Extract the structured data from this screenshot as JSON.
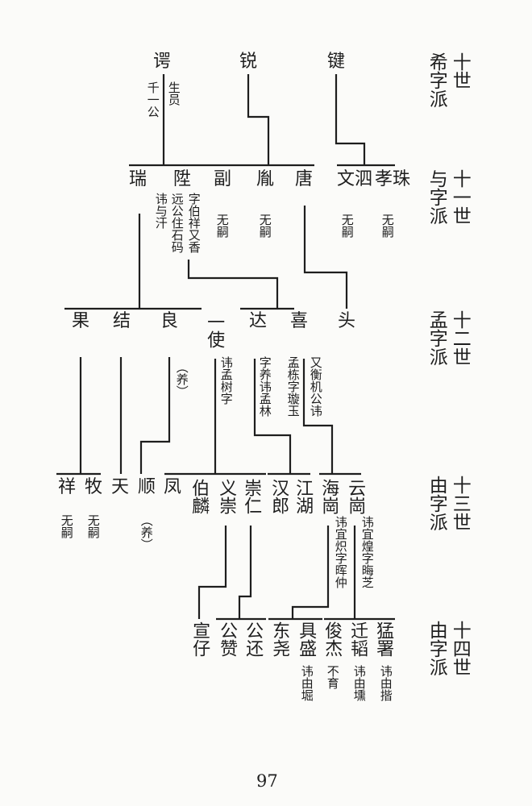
{
  "generations": [
    {
      "label": "十世",
      "branch": "希字派"
    },
    {
      "label": "十一世",
      "branch": "与字派"
    },
    {
      "label": "十二世",
      "branch": "孟字派"
    },
    {
      "label": "十三世",
      "branch": "由字派"
    },
    {
      "label": "十四世",
      "branch": "由字派"
    }
  ],
  "people": {
    "yu": {
      "name": "谔",
      "note": "千一公",
      "title": "生员"
    },
    "rui": {
      "name": "锐"
    },
    "jian": {
      "name": "键"
    },
    "rui2": {
      "name": "瑞",
      "note": "讳与汗"
    },
    "zhi": {
      "name": "陞",
      "note": "远公住石码",
      "note2": "字伯祥又香"
    },
    "fu": {
      "name": "副",
      "note": "无嗣"
    },
    "yin": {
      "name": "胤",
      "note": "无嗣"
    },
    "tang": {
      "name": "唐"
    },
    "wensi": {
      "name": "文泗",
      "note": "无嗣"
    },
    "xiaozhu": {
      "name": "孝珠",
      "note": "无嗣"
    },
    "guo": {
      "name": "果"
    },
    "jie": {
      "name": "结"
    },
    "liang": {
      "name": "良"
    },
    "yishi": {
      "name": "一使",
      "note": "讳孟树字"
    },
    "da": {
      "name": "达",
      "note": "字养讳孟林"
    },
    "xi": {
      "name": "喜",
      "note": "孟栋字璇玉"
    },
    "tou": {
      "name": "头",
      "note": "又衡机公讳"
    },
    "xiang": {
      "name": "祥",
      "note": "无嗣"
    },
    "mu": {
      "name": "牧",
      "note": "无嗣"
    },
    "tian": {
      "name": "天"
    },
    "shun": {
      "name": "顺",
      "note": "（养）"
    },
    "feng": {
      "name": "凤"
    },
    "bolin": {
      "name": "伯麟"
    },
    "yichong": {
      "name": "义崇"
    },
    "chongren": {
      "name": "崇仁"
    },
    "hanlang": {
      "name": "汉郎"
    },
    "jianghu": {
      "name": "江湖"
    },
    "haigang": {
      "name": "海崗",
      "note": "讳宜炽字晖仲"
    },
    "yungang": {
      "name": "云崗",
      "note": "讳宜煌字晦芝"
    },
    "xuanzai": {
      "name": "宣仔"
    },
    "gongzan": {
      "name": "公赞"
    },
    "gonghuan": {
      "name": "公还"
    },
    "dongyao": {
      "name": "东尧"
    },
    "jusheng": {
      "name": "具盛",
      "note": "讳由堀"
    },
    "junjie": {
      "name": "俊杰",
      "note": "不育"
    },
    "qiantao": {
      "name": "迁韬",
      "note": "讳由壎"
    },
    "mengshu": {
      "name": "猛署",
      "note": "讳由揩"
    }
  },
  "annotations": {
    "yang_upper": "（养）"
  },
  "page_number": "97"
}
